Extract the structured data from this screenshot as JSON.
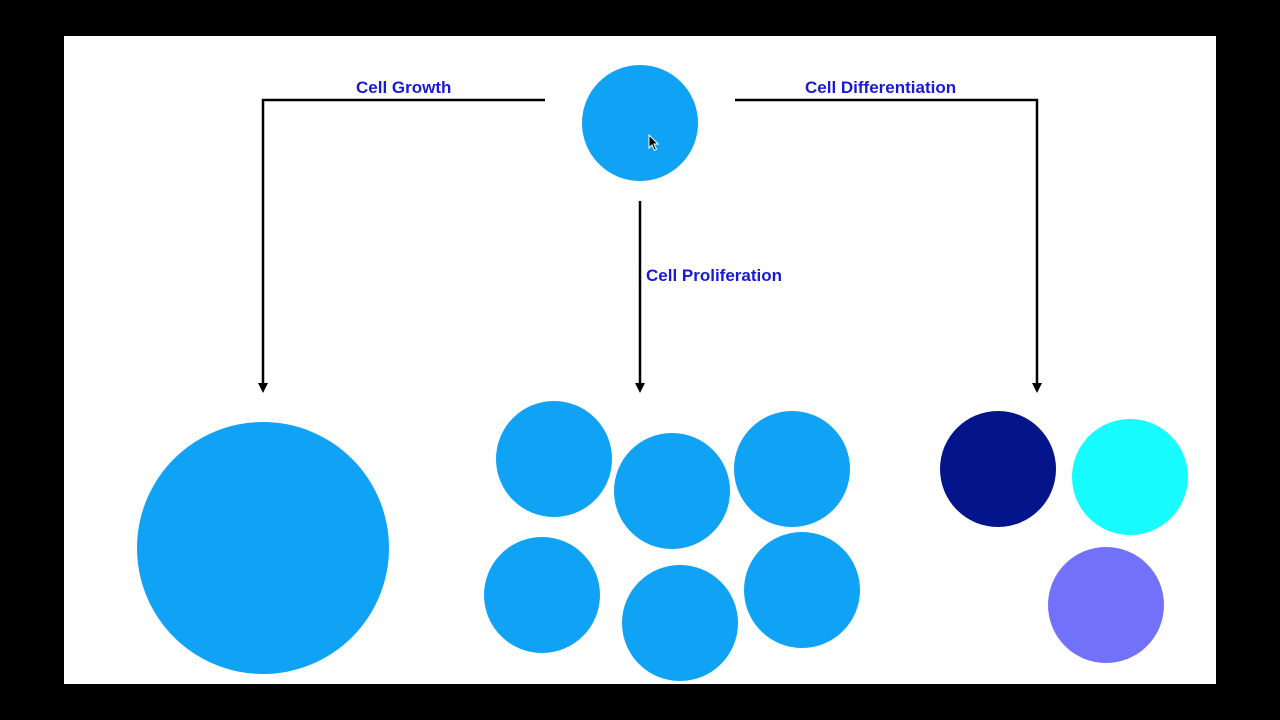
{
  "diagram": {
    "colors": {
      "label": "#1a1ad1",
      "cell": "#10a2f5",
      "differentiated_dark": "#04148a",
      "differentiated_cyan": "#17fdff",
      "differentiated_purple": "#7271fa",
      "arrow": "#000000"
    },
    "labels": {
      "growth": "Cell Growth",
      "proliferation": "Cell Proliferation",
      "differentiation": "Cell Differentiation"
    },
    "nodes": {
      "parent": "parent cell",
      "growth_result": "enlarged cell",
      "proliferation_result": "six daughter cells",
      "differentiation_result": "three differentiated cells"
    }
  }
}
